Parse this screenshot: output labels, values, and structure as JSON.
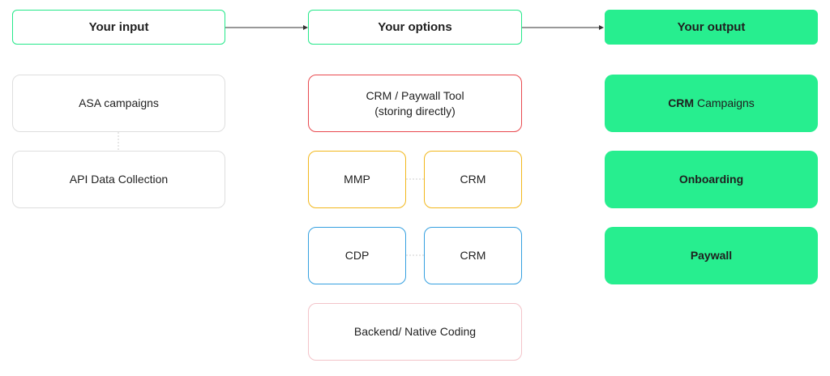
{
  "headers": {
    "input": "Your input",
    "options": "Your options",
    "output": "Your output"
  },
  "inputs": {
    "asa": "ASA campaigns",
    "api": "API Data Collection"
  },
  "options": {
    "crm_paywall_line1": "CRM / Paywall Tool",
    "crm_paywall_line2": "(storing directly)",
    "mmp": "MMP",
    "mmp_crm": "CRM",
    "cdp": "CDP",
    "cdp_crm": "CRM",
    "backend": "Backend/ Native Coding"
  },
  "outputs": {
    "crm_prefix": "CRM",
    "crm_suffix": "Campaigns",
    "onboarding": "Onboarding",
    "paywall": "Paywall"
  },
  "colors": {
    "green": "#27ee8f",
    "red": "#e94a4f",
    "yellow": "#f2b81d",
    "blue": "#35a0e0",
    "pink": "#f3c3c9",
    "grey": "#dedede"
  }
}
